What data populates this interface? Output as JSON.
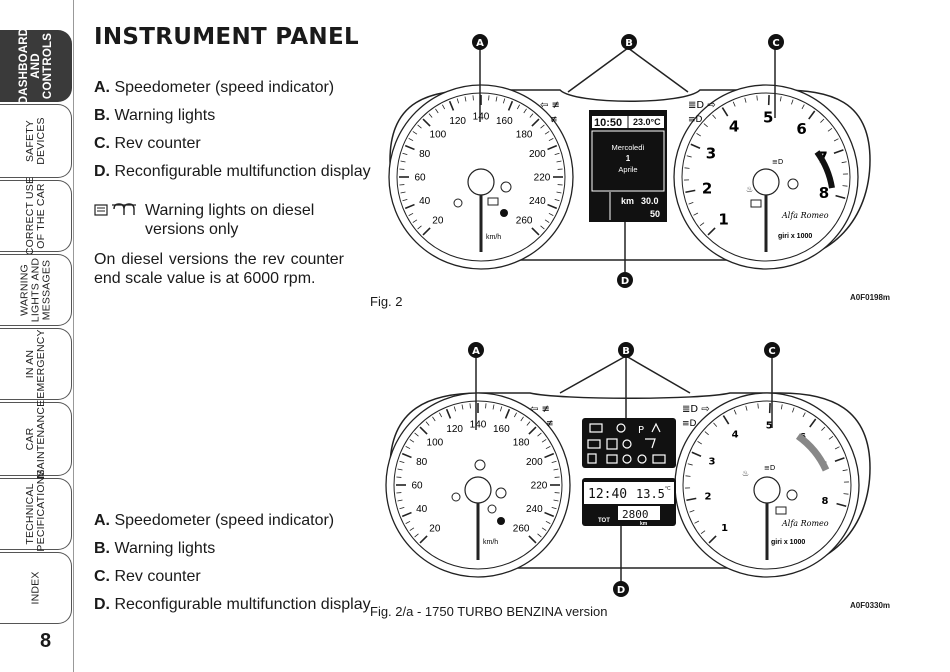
{
  "sidebar": {
    "tabs": [
      {
        "label": "DASHBOARD AND CONTROLS",
        "lines": [
          "DASHBOARD",
          "AND",
          "CONTROLS"
        ]
      },
      {
        "label": "SAFETY DEVICES",
        "lines": [
          "SAFETY",
          "DEVICES"
        ]
      },
      {
        "label": "CORRECT USE OF THE CAR",
        "lines": [
          "CORRECT USE",
          "OF THE CAR"
        ]
      },
      {
        "label": "WARNING LIGHTS AND MESSAGES",
        "lines": [
          "WARNING",
          "LIGHTS AND",
          "MESSAGES"
        ]
      },
      {
        "label": "IN AN EMERGENCY",
        "lines": [
          "IN AN",
          "EMERGENCY"
        ]
      },
      {
        "label": "CAR MAINTENANCE",
        "lines": [
          "CAR",
          "MAINTENANCE"
        ]
      },
      {
        "label": "TECHNICAL SPECIFICATIONS",
        "lines": [
          "TECHNICAL",
          "SPECIFICATIONS"
        ]
      },
      {
        "label": "INDEX",
        "lines": [
          "INDEX"
        ]
      }
    ],
    "page_number": "8"
  },
  "title": "INSTRUMENT PANEL",
  "list1": [
    {
      "key": "A.",
      "text": "Speedometer (speed indicator)"
    },
    {
      "key": "B.",
      "text": "Warning lights"
    },
    {
      "key": "C.",
      "text": "Rev counter"
    },
    {
      "key": "D.",
      "text": "Reconfigurable multifunction display"
    }
  ],
  "diesel_note": {
    "line1": "Warning lights on diesel",
    "line2": "versions only"
  },
  "paragraph": "On diesel versions the rev counter end scale value is at 6000 rpm.",
  "list2": [
    {
      "key": "A.",
      "text": "Speedometer (speed indicator)"
    },
    {
      "key": "B.",
      "text": "Warning lights"
    },
    {
      "key": "C.",
      "text": "Rev counter"
    },
    {
      "key": "D.",
      "text": "Reconfigurable multifunction display"
    }
  ],
  "fig1": {
    "caption": "Fig. 2",
    "code": "A0F0198m",
    "callouts": [
      "A",
      "B",
      "C",
      "D"
    ],
    "speed_ticks": [
      "20",
      "40",
      "60",
      "80",
      "100",
      "120",
      "140",
      "160",
      "180",
      "200",
      "220",
      "240",
      "260"
    ],
    "speed_unit": "km/h",
    "rev_ticks": [
      "1",
      "2",
      "3",
      "4",
      "5",
      "6",
      "7",
      "8"
    ],
    "rev_unit": "giri x 1000",
    "brand": "Alfa Romeo",
    "display": {
      "time": "10:50",
      "temp": "23.0°C",
      "day": "Mercoledì",
      "date": "1",
      "month": "Aprile",
      "unit": "km",
      "trip": "30.0",
      "odo": "50"
    }
  },
  "fig2": {
    "caption": "Fig. 2/a - 1750 TURBO BENZINA version",
    "code": "A0F0330m",
    "callouts": [
      "A",
      "B",
      "C",
      "D"
    ],
    "speed_ticks": [
      "20",
      "40",
      "60",
      "80",
      "100",
      "120",
      "140",
      "160",
      "180",
      "200",
      "220",
      "240",
      "260"
    ],
    "speed_unit": "km/h",
    "rev_ticks": [
      "1",
      "2",
      "3",
      "4",
      "5",
      "6",
      "7",
      "8"
    ],
    "rev_unit": "giri x 1000",
    "brand": "Alfa Romeo",
    "display": {
      "time": "12:40",
      "temp": "13.5",
      "temp_unit": "°C",
      "odo_label": "TOT",
      "odo": "2800",
      "unit": "km"
    }
  }
}
